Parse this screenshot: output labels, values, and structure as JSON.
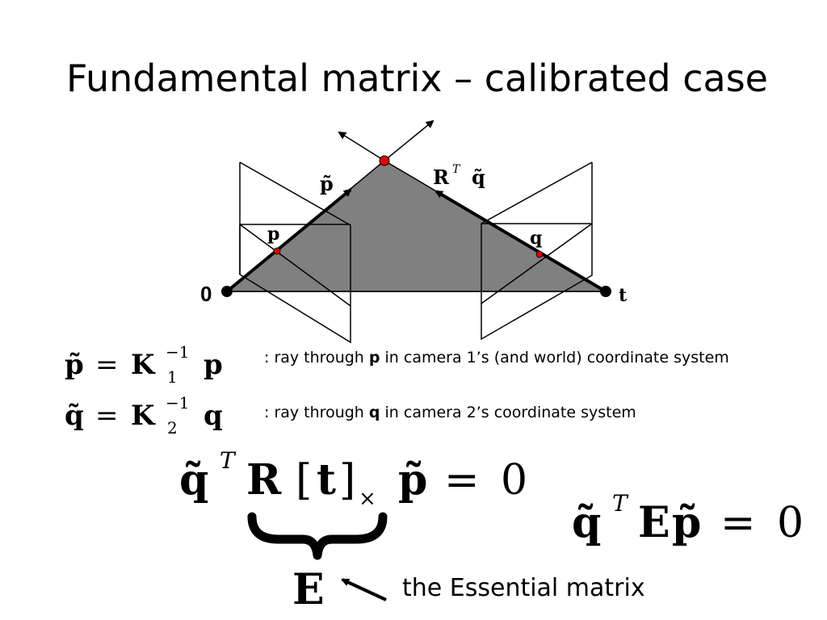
{
  "slide": {
    "title": "Fundamental matrix – calibrated case"
  },
  "diagram": {
    "origin_label": "0",
    "t_label": "t",
    "p_label": "p",
    "q_label": "q",
    "p_tilde_label": "p̃",
    "rtq_main": "R",
    "rtq_sup": "T",
    "rtq_q": "q̃",
    "colors": {
      "triangle_fill": "#808080",
      "point": "#e00000",
      "line": "#000000"
    }
  },
  "equations": {
    "eq1": {
      "lhs": "p̃",
      "eq": "=",
      "K": "K",
      "sub": "1",
      "sup": "−1",
      "rhs": "p"
    },
    "eq2": {
      "lhs": "q̃",
      "eq": "=",
      "K": "K",
      "sub": "2",
      "sup": "−1",
      "rhs": "q"
    },
    "caption1": {
      "prefix": ": ray through ",
      "bold": "p",
      "suffix": " in camera 1’s (and world) coordinate system"
    },
    "caption2": {
      "prefix": ": ray through ",
      "bold": "q",
      "suffix": " in camera 2’s coordinate system"
    },
    "main": {
      "q": "q̃",
      "T": "T",
      "R": "R",
      "lb": "[",
      "t": "t",
      "rb": "]",
      "times": "×",
      "p": "p̃",
      "eq": "=",
      "zero": "0"
    },
    "essential": {
      "q": "q̃",
      "T": "T",
      "E": "E",
      "p": "p̃",
      "eq": "=",
      "zero": "0"
    },
    "brace_label": "E",
    "essential_caption": "the Essential matrix"
  }
}
